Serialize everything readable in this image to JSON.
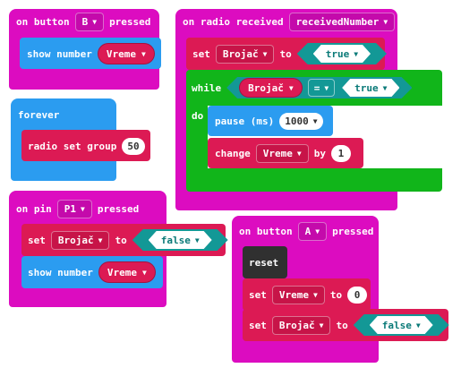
{
  "blocks": {
    "on_button_b": {
      "hat_prefix": "on button",
      "button_value": "B",
      "hat_suffix": "pressed",
      "show_number_label": "show number",
      "variable": "Vreme"
    },
    "forever": {
      "hat_label": "forever",
      "radio_set_group_label": "radio set group",
      "group_value": "50"
    },
    "on_pin_p1": {
      "hat_prefix": "on pin",
      "pin_value": "P1",
      "hat_suffix": "pressed",
      "set_label": "set",
      "set_variable": "Brojač",
      "to_label": "to",
      "bool_value": "false",
      "show_number_label": "show number",
      "show_variable": "Vreme"
    },
    "on_radio_received": {
      "hat_label": "on radio received",
      "param": "receivedNumber",
      "set_label": "set",
      "set_variable": "Brojač",
      "to_label": "to",
      "set_value": "true",
      "while_label": "while",
      "cond_variable": "Brojač",
      "cond_operator": "=",
      "cond_value": "true",
      "do_label": "do",
      "pause_label": "pause (ms)",
      "pause_value": "1000",
      "change_label": "change",
      "change_variable": "Vreme",
      "by_label": "by",
      "change_value": "1"
    },
    "on_button_a": {
      "hat_prefix": "on button",
      "button_value": "A",
      "hat_suffix": "pressed",
      "reset_label": "reset",
      "set1_label": "set",
      "set1_variable": "Vreme",
      "to1_label": "to",
      "set1_value": "0",
      "set2_label": "set",
      "set2_variable": "Brojač",
      "to2_label": "to",
      "set2_value": "false"
    }
  },
  "icons": {
    "dropdown": "triangle-down-icon"
  },
  "colors": {
    "input_events": "#dc0cc0",
    "variables": "#dc1a54",
    "basic": "#2b9cf0",
    "loops": "#11b51a",
    "logic": "#139896",
    "control": "#303030"
  }
}
